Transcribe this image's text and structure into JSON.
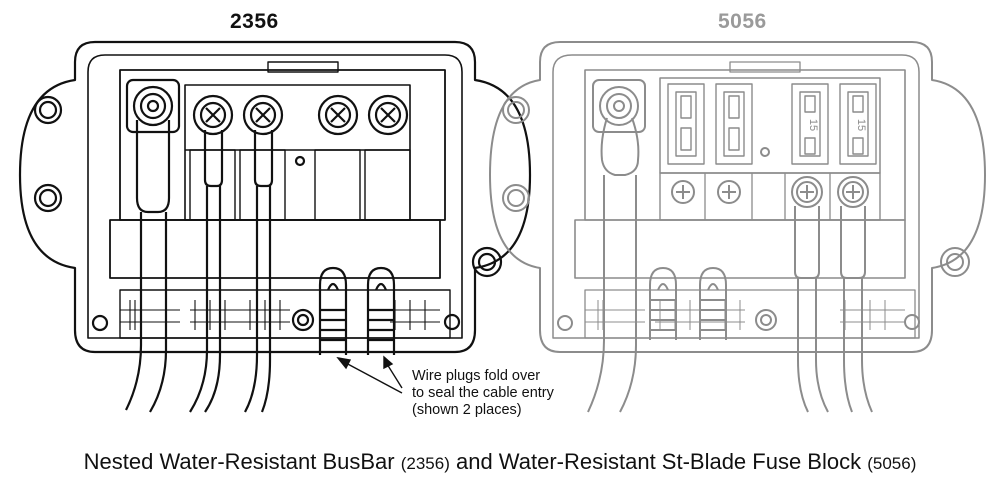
{
  "left_unit": {
    "model": "2356"
  },
  "right_unit": {
    "model": "5056",
    "fuse_rating_marks": [
      "15",
      "15"
    ]
  },
  "callout": {
    "lines": [
      "Wire plugs fold over",
      "to seal the cable entry",
      "(shown 2 places)"
    ]
  },
  "caption": {
    "part1": "Nested Water-Resistant BusBar ",
    "part1_code": "(2356)",
    "part2": " and Water-Resistant St-Blade Fuse Block ",
    "part2_code": "(5056)"
  },
  "colors": {
    "left_stroke": "#111111",
    "right_stroke": "#8c8c8c"
  }
}
